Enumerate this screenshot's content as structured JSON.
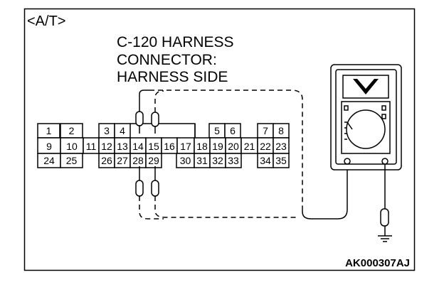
{
  "header": {
    "tag": "<A/T>"
  },
  "connector": {
    "title_lines": [
      "C-120 HARNESS",
      "CONNECTOR:",
      "HARNESS SIDE"
    ],
    "row1": [
      {
        "label": "1"
      },
      {
        "label": "2"
      },
      {
        "label": "3"
      },
      {
        "label": "4"
      },
      {
        "label": "5"
      },
      {
        "label": "6"
      },
      {
        "label": "7"
      },
      {
        "label": "8"
      }
    ],
    "row2": [
      {
        "label": "9"
      },
      {
        "label": "10"
      },
      {
        "label": "11"
      },
      {
        "label": "12"
      },
      {
        "label": "13"
      },
      {
        "label": "14"
      },
      {
        "label": "15"
      },
      {
        "label": "16"
      },
      {
        "label": "17"
      },
      {
        "label": "18"
      },
      {
        "label": "19"
      },
      {
        "label": "20"
      },
      {
        "label": "21"
      },
      {
        "label": "22"
      },
      {
        "label": "23"
      }
    ],
    "row3": [
      {
        "label": "24"
      },
      {
        "label": "25"
      },
      {
        "label": "26"
      },
      {
        "label": "27"
      },
      {
        "label": "28"
      },
      {
        "label": "29"
      },
      {
        "label": "30"
      },
      {
        "label": "31"
      },
      {
        "label": "32"
      },
      {
        "label": "33"
      },
      {
        "label": "34"
      },
      {
        "label": "35"
      }
    ],
    "probed_pins": [
      "14",
      "15",
      "28",
      "29"
    ]
  },
  "meter": {
    "mode_icon": "voltage-v-icon"
  },
  "footer": {
    "code": "AK000307AJ"
  },
  "colors": {
    "line": "#000000",
    "background": "#ffffff"
  }
}
